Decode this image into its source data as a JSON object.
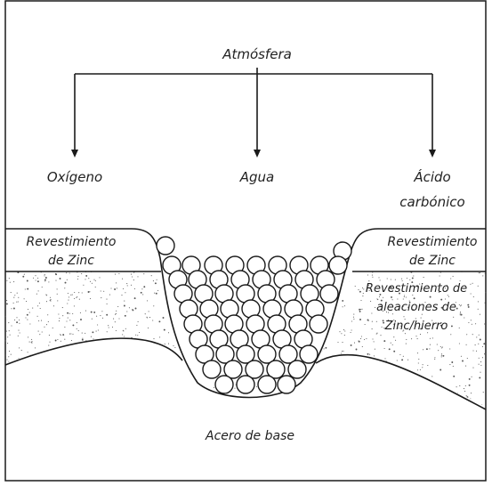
{
  "labels": {
    "atmosphere": "Atmósfera",
    "oxygen": "Oxígeno",
    "water": "Agua",
    "acid_line1": "Ácido",
    "acid_line2": "carbónico",
    "zinc_left_line1": "Revestimiento",
    "zinc_left_line2": "de Zinc",
    "zinc_right_line1": "Revestimiento",
    "zinc_right_line2": "de Zinc",
    "alloy_line1": "Revestimiento de",
    "alloy_line2": "aleaciones de",
    "alloy_line3": "Zinc/hierro",
    "base_steel": "Acero de base"
  },
  "colors": {
    "line": "#1a1a1a",
    "fill": "#ffffff",
    "speckle": "#555555"
  }
}
